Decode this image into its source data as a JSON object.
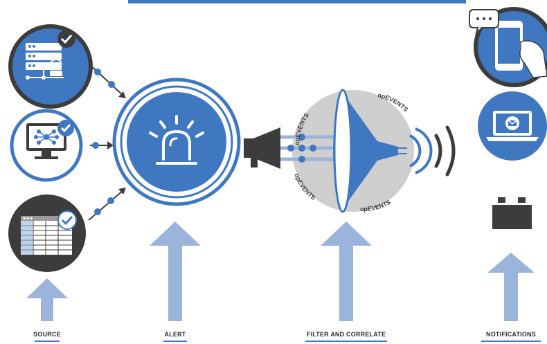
{
  "colors": {
    "blue": "#3f78c1",
    "dark": "#3c3c3c",
    "light_blue": "#9ab4dc",
    "light_gray": "#cfcfcf",
    "white": "#ffffff"
  },
  "stages": [
    {
      "label": "SOURCE"
    },
    {
      "label": "ALERT"
    },
    {
      "label": "FILTER AND CORRELATE"
    },
    {
      "label": "NOTIFICATIONS"
    }
  ],
  "funnel": {
    "brand": [
      "opEVENTS",
      "opEVENTS",
      "opEVENTS",
      "opEVENTS"
    ]
  },
  "icons": {
    "sources": [
      "server-network-icon",
      "network-monitor-icon",
      "spreadsheet-icon"
    ],
    "alert": "siren-icon",
    "filter": "megaphone-funnel-icon",
    "notifications": [
      "mobile-chat-icon",
      "laptop-email-icon",
      "battery-icon"
    ]
  }
}
